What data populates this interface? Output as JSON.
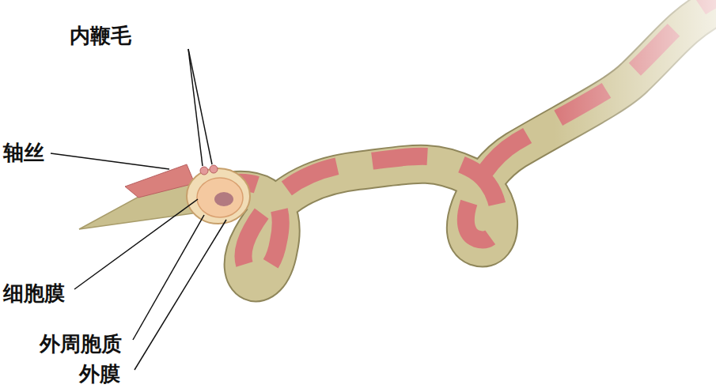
{
  "diagram": {
    "labels": [
      "内鞭毛",
      "轴丝",
      "细胞膜",
      "外周胞质",
      "外膜"
    ]
  }
}
